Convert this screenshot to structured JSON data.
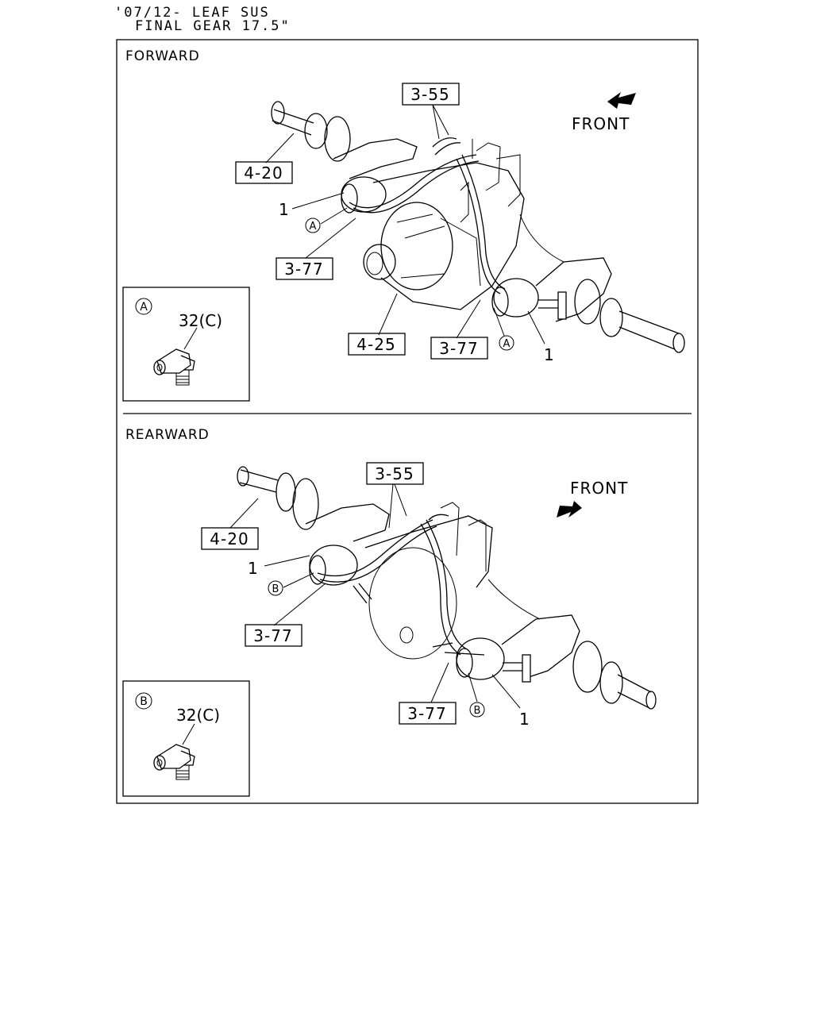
{
  "header": {
    "line1": "'07/12- LEAF SUS",
    "line2": "FINAL GEAR 17.5\""
  },
  "forward": {
    "title": "FORWARD",
    "front_label": "FRONT",
    "callouts": [
      "3-55",
      "4-20",
      "3-77",
      "4-25",
      "3-77"
    ],
    "plain_labels": [
      "1",
      "1"
    ],
    "circle_labels": [
      "A",
      "A"
    ],
    "inset": {
      "tag": "A",
      "part": "32(C)"
    }
  },
  "rearward": {
    "title": "REARWARD",
    "front_label": "FRONT",
    "callouts": [
      "3-55",
      "4-20",
      "3-77",
      "3-77"
    ],
    "plain_labels": [
      "1",
      "1"
    ],
    "circle_labels": [
      "B",
      "B"
    ],
    "inset": {
      "tag": "B",
      "part": "32(C)"
    }
  },
  "icons": [
    "arrow-front-icon",
    "elbow-fitting-icon",
    "axle-assembly-icon"
  ]
}
